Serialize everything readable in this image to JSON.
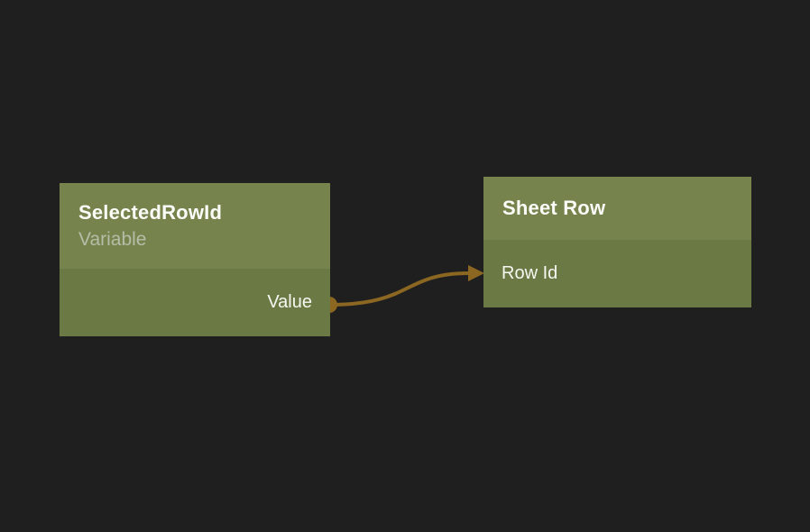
{
  "colors": {
    "background": "#1f1f1f",
    "node_header": "#76834d",
    "node_body": "#6b7945",
    "title_text": "#fbfcf8",
    "subtitle_text": "#b6bda7",
    "port_text": "#f6f7f1",
    "connection": "#8b6722"
  },
  "nodes": [
    {
      "id": "variable-node",
      "title": "SelectedRowId",
      "subtitle": "Variable",
      "outputs": [
        {
          "label": "Value",
          "connected": true
        }
      ]
    },
    {
      "id": "sheet-row-node",
      "title": "Sheet Row",
      "inputs": [
        {
          "label": "Row Id",
          "connected": true
        }
      ]
    }
  ],
  "connections": [
    {
      "from_node": "SelectedRowId",
      "from_port": "Value",
      "to_node": "Sheet Row",
      "to_port": "Row Id"
    }
  ]
}
